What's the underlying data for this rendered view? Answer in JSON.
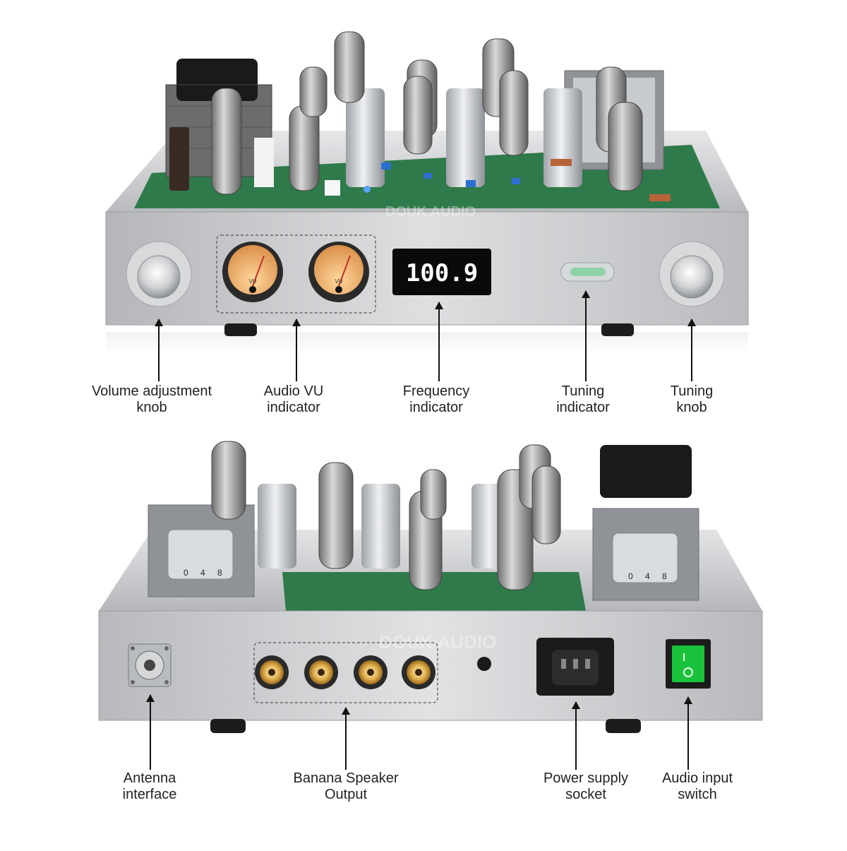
{
  "front_view": {
    "frequency_display": "100.9",
    "vu_scale": "VU",
    "brand_watermark": "DOUK AUDIO",
    "callouts": [
      {
        "line1": "Volume adjustment",
        "line2": "knob"
      },
      {
        "line1": "Audio VU",
        "line2": "indicator"
      },
      {
        "line1": "Frequency",
        "line2": "indicator"
      },
      {
        "line1": "Tuning",
        "line2": "indicator"
      },
      {
        "line1": "Tuning",
        "line2": "knob"
      }
    ]
  },
  "rear_view": {
    "transformer_taps": [
      "0",
      "4",
      "8"
    ],
    "brand_watermark": "DOUK AUDIO",
    "callouts": [
      {
        "line1": "Antenna",
        "line2": "interface"
      },
      {
        "line1": "Banana Speaker",
        "line2": "Output"
      },
      {
        "line1": "Power supply",
        "line2": "socket"
      },
      {
        "line1": "Audio input",
        "line2": "switch"
      }
    ]
  },
  "colors": {
    "chassis": "#c9cbcd",
    "pcb": "#2f7a4a",
    "display_bg": "#0a0a0a",
    "display_text": "#ffffff",
    "vu_face": "#f4d9b0",
    "switch_green": "#19c23a",
    "binding_post": "#d9a441"
  }
}
